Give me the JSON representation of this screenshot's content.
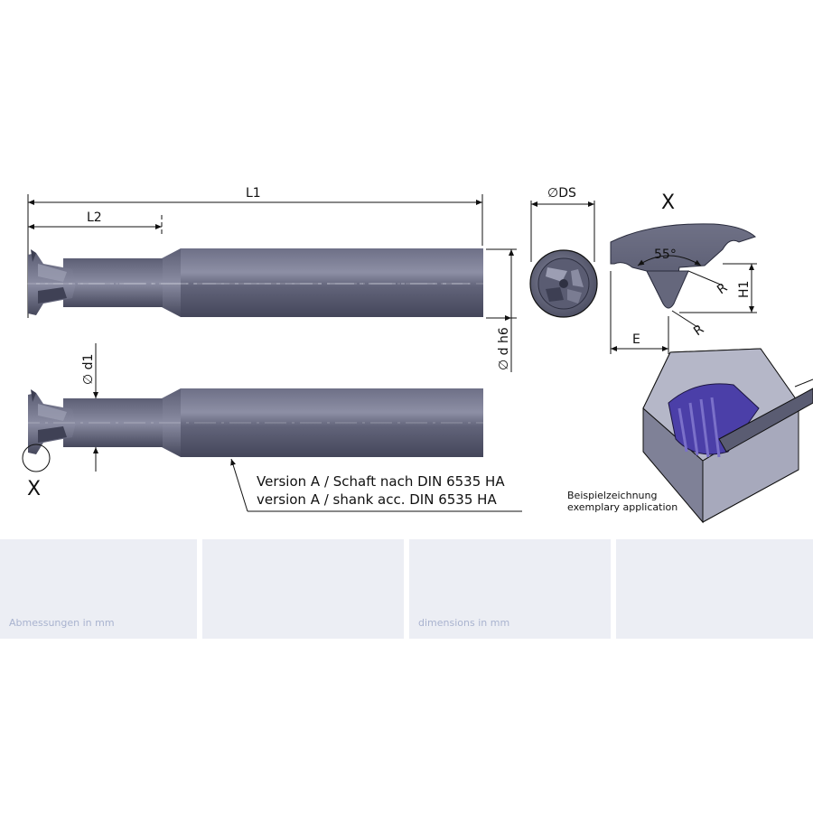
{
  "dimensions": {
    "l1": "L1",
    "l2": "L2",
    "ds": "DS",
    "d_h6": "d h6",
    "d1": "d1",
    "angle": "55°",
    "r": "R",
    "h1": "H1",
    "e": "E",
    "diameter_symbol": "∅"
  },
  "detail_labels": {
    "x_top": "X",
    "x_bottom": "X"
  },
  "shank_note": {
    "line_de": "Version A / Schaft nach DIN 6535 HA",
    "line_en": "version A / shank acc. DIN 6535 HA"
  },
  "application": {
    "line_de": "Beispielzeichnung",
    "line_en": "exemplary application"
  },
  "table": {
    "cells": [
      "Abmessungen in mm",
      "",
      "dimensions in mm",
      ""
    ]
  },
  "colors": {
    "tool_dark": "#4e5065",
    "tool_light": "#7a7c92",
    "thread_purple": "#4b3fa8",
    "table_bg": "#eceef4",
    "table_text": "#a9b3cf"
  }
}
